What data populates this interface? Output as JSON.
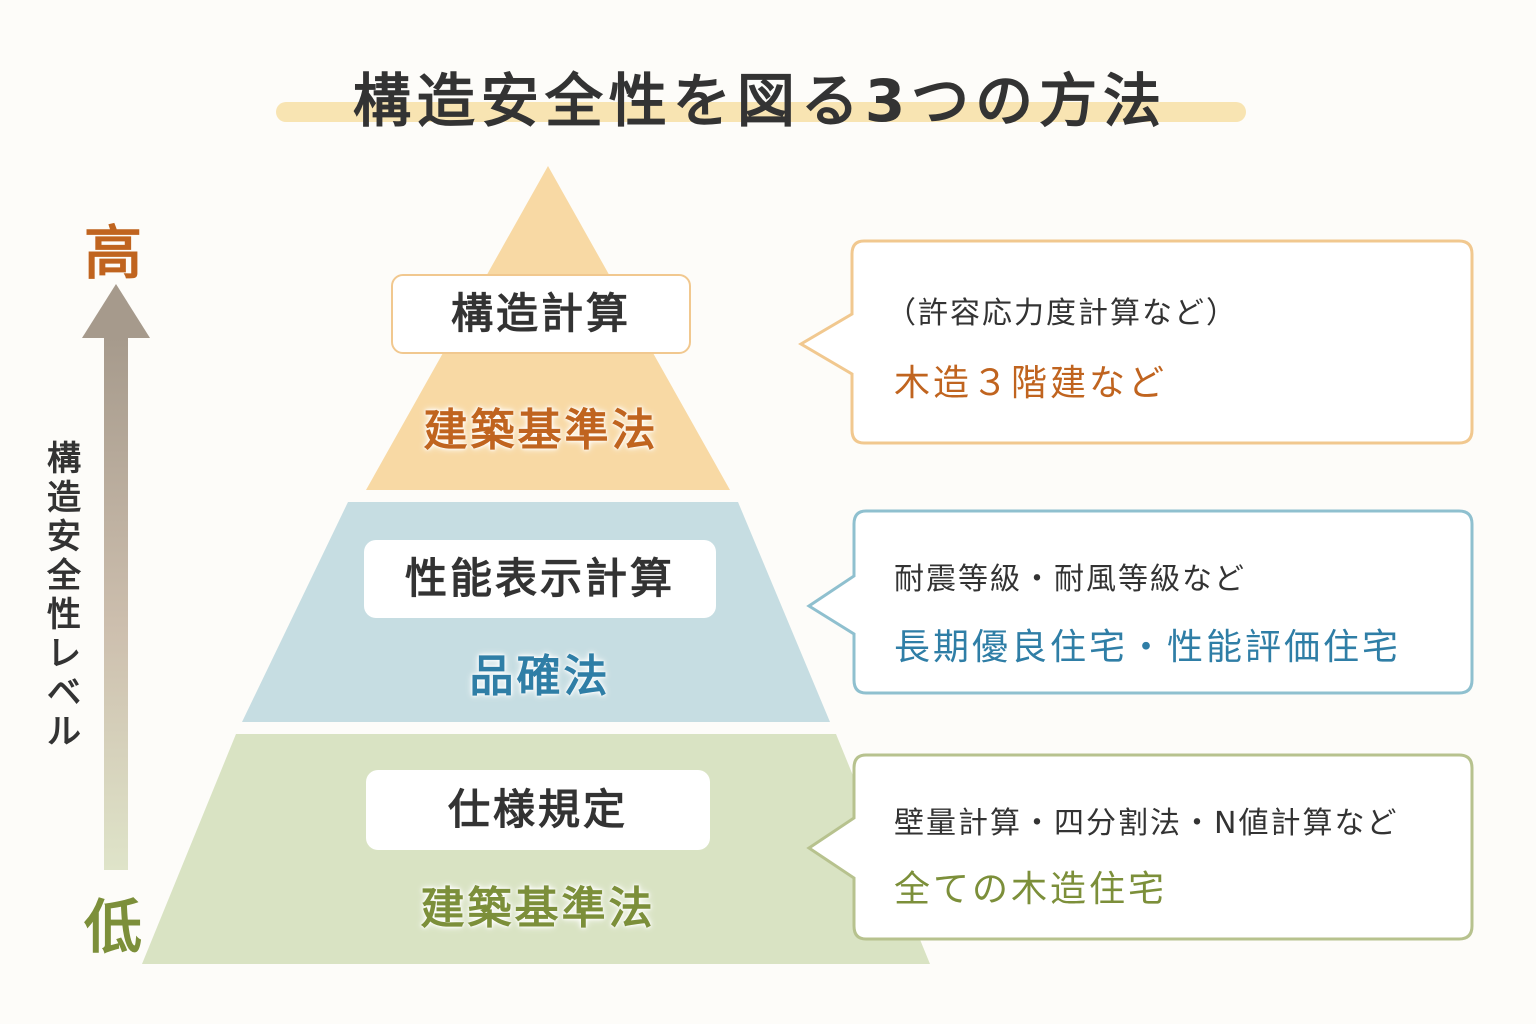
{
  "title": "構造安全性を図る3つの方法",
  "axis": {
    "high": "高",
    "low": "低",
    "label": "構造安全性レベル"
  },
  "tiers": [
    {
      "method": "構造計算",
      "law": "建築基準法",
      "description": "（許容応力度計算など）",
      "example": "木造３階建など",
      "fill": "#f8d9a4",
      "accent": "#c0641f",
      "border": "#f1c88f"
    },
    {
      "method": "性能表示計算",
      "law": "品確法",
      "description": "耐震等級・耐風等級など",
      "example": "長期優良住宅・性能評価住宅",
      "fill": "#c6dde2",
      "accent": "#2f7ea6",
      "border": "#8fc0cf"
    },
    {
      "method": "仕様規定",
      "law": "建築基準法",
      "description": "壁量計算・四分割法・N値計算など",
      "example": "全ての木造住宅",
      "fill": "#d9e3c3",
      "accent": "#7c8f3a",
      "border": "#b7c28e"
    }
  ]
}
